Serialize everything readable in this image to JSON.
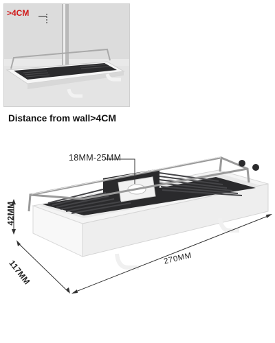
{
  "inset": {
    "corner_label": ">4CM",
    "caption_prefix": "Distance from wall",
    "caption_value": ">4CM"
  },
  "dimensions": {
    "clamp": "18MM-25MM",
    "height": "42MM",
    "depth": "117MM",
    "width": "270MM"
  },
  "colors": {
    "accent_red": "#d11a1a",
    "tray_black": "#2a2a2c",
    "base_white": "#f4f4f4"
  }
}
